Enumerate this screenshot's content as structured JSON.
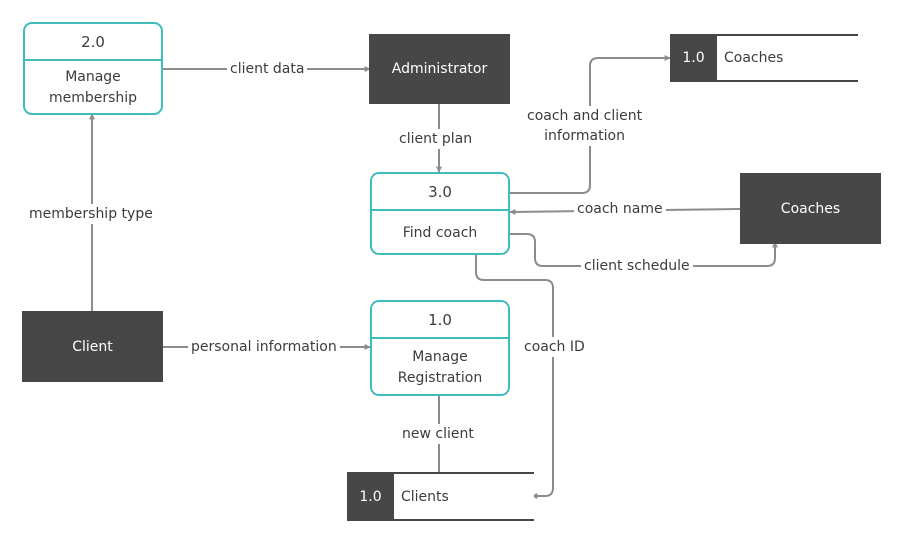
{
  "processes": {
    "manage_membership": {
      "number": "2.0",
      "name_line1": "Manage",
      "name_line2": "membership"
    },
    "find_coach": {
      "number": "3.0",
      "name": "Find coach"
    },
    "manage_registration": {
      "number": "1.0",
      "name_line1": "Manage",
      "name_line2": "Registration"
    }
  },
  "entities": {
    "administrator": "Administrator",
    "coaches": "Coaches",
    "client": "Client"
  },
  "stores": {
    "coaches": {
      "id": "1.0",
      "name": "Coaches"
    },
    "clients": {
      "id": "1.0",
      "name": "Clients"
    }
  },
  "flows": {
    "client_data": "client data",
    "client_plan": "client plan",
    "coach_client_info_line1": "coach and client",
    "coach_client_info_line2": "information",
    "coach_name": "coach name",
    "client_schedule": "client schedule",
    "membership_type": "membership type",
    "personal_information": "personal information",
    "coach_id": "coach ID",
    "new_client": "new client"
  },
  "colors": {
    "process_border": "#3fbcbc",
    "entity_fill": "#474747",
    "arrow": "#8c8c8c"
  }
}
